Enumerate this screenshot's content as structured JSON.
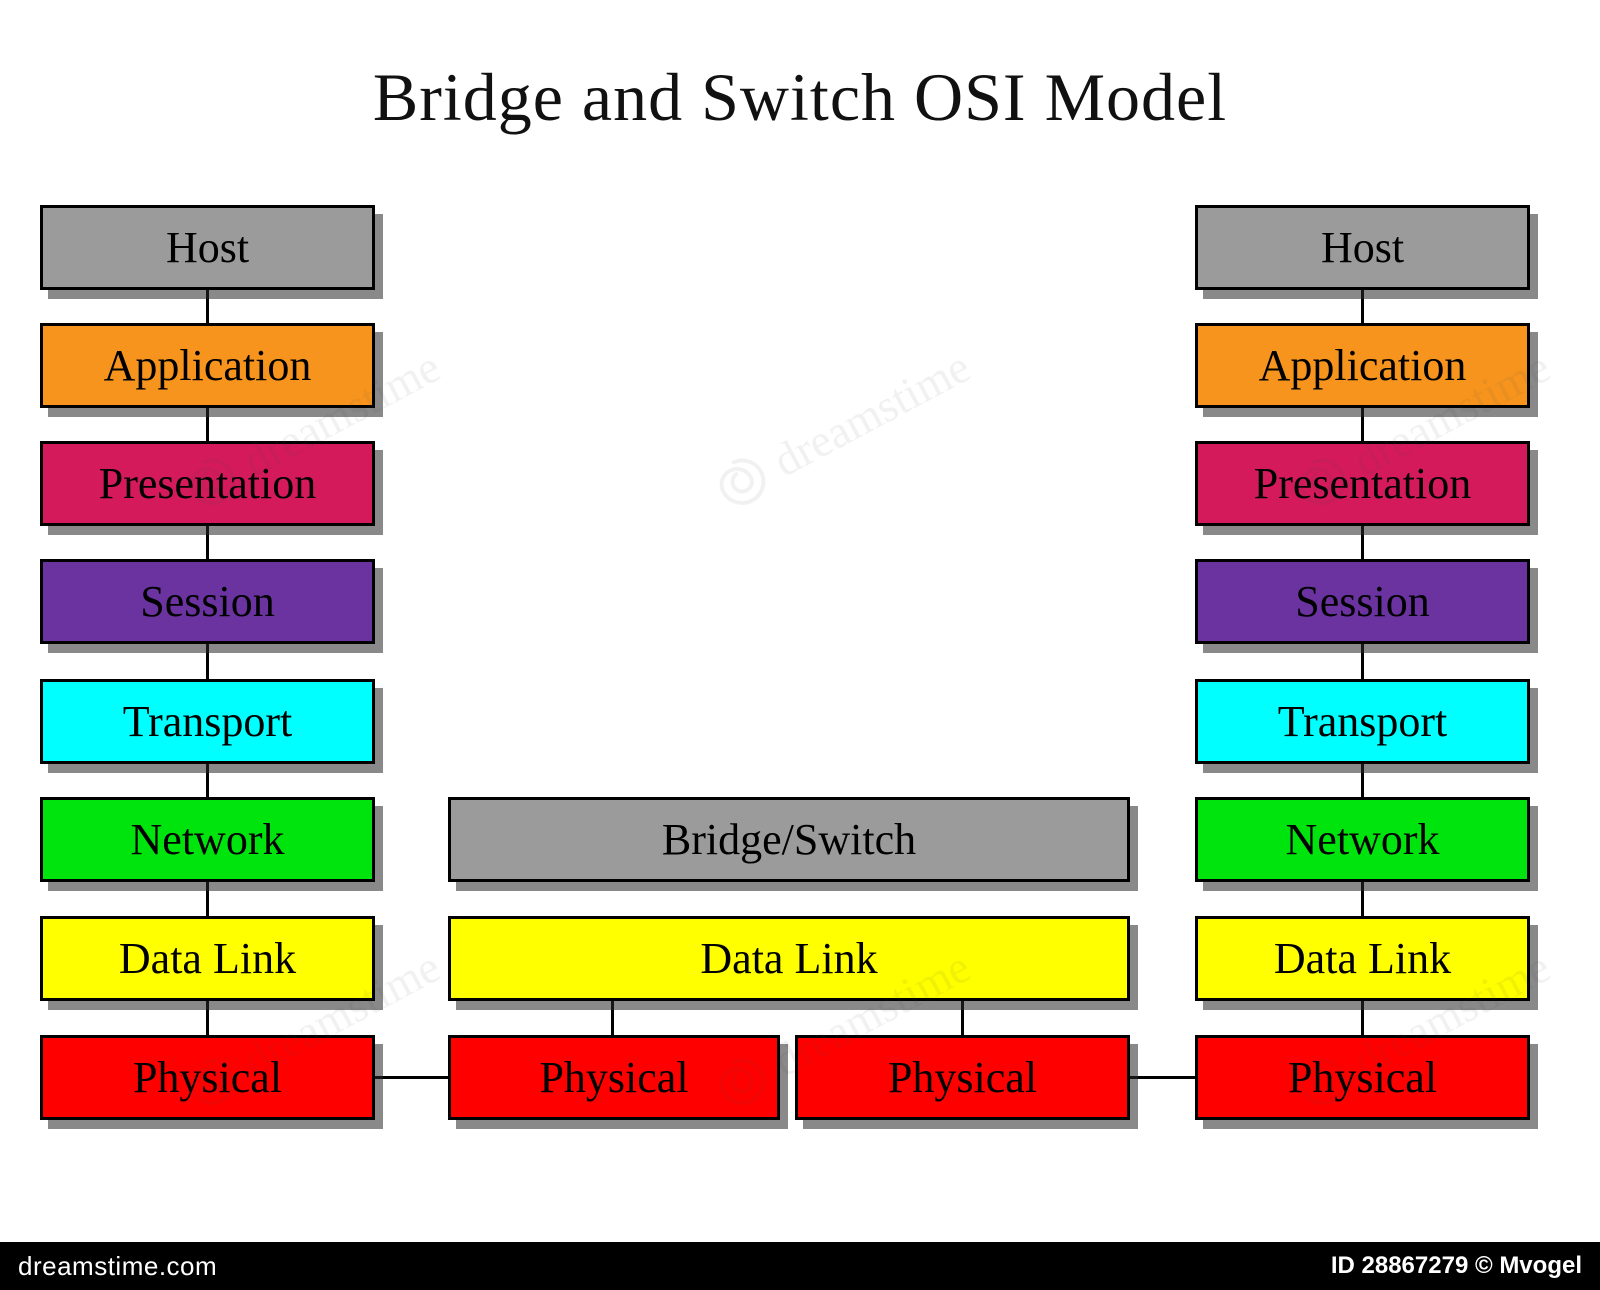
{
  "title": "Bridge and Switch OSI Model",
  "watermark": {
    "text": "dreamstime"
  },
  "left_stack": [
    {
      "label": "Host",
      "color": "#9B9B9B"
    },
    {
      "label": "Application",
      "color": "#F7941E"
    },
    {
      "label": "Presentation",
      "color": "#D41A5B"
    },
    {
      "label": "Session",
      "color": "#6A33A0"
    },
    {
      "label": "Transport",
      "color": "#00FFFF"
    },
    {
      "label": "Network",
      "color": "#00E40E"
    },
    {
      "label": "Data Link",
      "color": "#FFFF00"
    },
    {
      "label": "Physical",
      "color": "#FF0000"
    }
  ],
  "right_stack": [
    {
      "label": "Host",
      "color": "#9B9B9B"
    },
    {
      "label": "Application",
      "color": "#F7941E"
    },
    {
      "label": "Presentation",
      "color": "#D41A5B"
    },
    {
      "label": "Session",
      "color": "#6A33A0"
    },
    {
      "label": "Transport",
      "color": "#00FFFF"
    },
    {
      "label": "Network",
      "color": "#00E40E"
    },
    {
      "label": "Data Link",
      "color": "#FFFF00"
    },
    {
      "label": "Physical",
      "color": "#FF0000"
    }
  ],
  "middle": {
    "bridge": {
      "label": "Bridge/Switch",
      "color": "#9B9B9B"
    },
    "data_link": {
      "label": "Data Link",
      "color": "#FFFF00"
    },
    "physical_left": {
      "label": "Physical",
      "color": "#FF0000"
    },
    "physical_right": {
      "label": "Physical",
      "color": "#FF0000"
    }
  },
  "footer": {
    "brand": "dreamstime.com",
    "credit": "ID 28867279 © Mvogel"
  }
}
